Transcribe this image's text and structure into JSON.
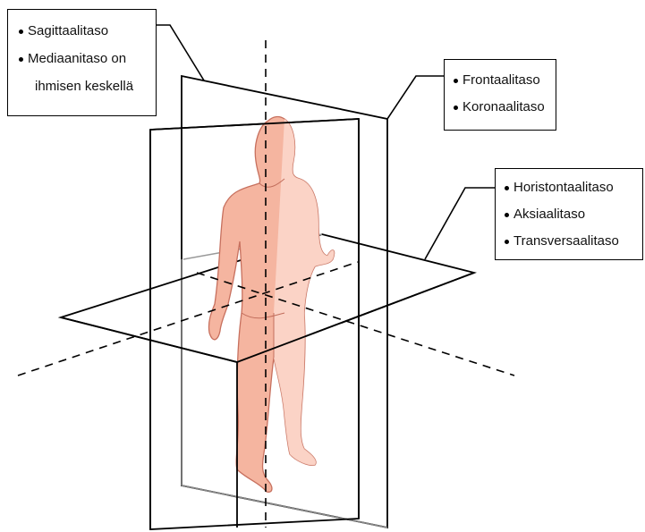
{
  "planes": {
    "sagittal": {
      "label_lines": [
        "Sagittaalitaso",
        "Mediaanitaso on",
        "ihmisen keskellä"
      ]
    },
    "frontal": {
      "label_lines": [
        "Frontaalitaso",
        "Koronaalitaso"
      ]
    },
    "horizontal": {
      "label_lines": [
        "Horistontaalitaso",
        "Aksiaalitaso",
        "Transversaalitaso"
      ]
    }
  },
  "colors": {
    "body_skin": "#f5b5a0",
    "body_skin_light": "#fcd8cc",
    "body_outline": "#c7705e",
    "plane_line": "#000000"
  }
}
